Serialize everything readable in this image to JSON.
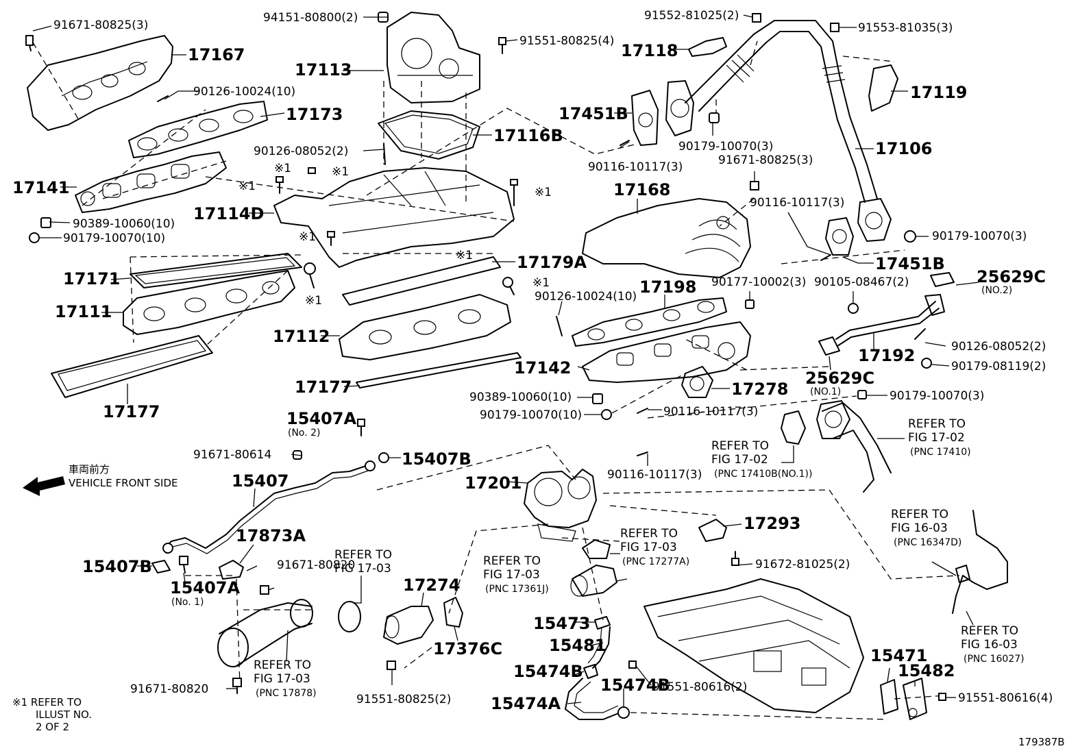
{
  "labels": {
    "l17167": "17167",
    "l17173": "17173",
    "l17141": "17141",
    "l17114D": "17114D",
    "l17171": "17171",
    "l17111": "17111",
    "l17177a": "17177",
    "l17113": "17113",
    "l17116B": "17116B",
    "l17179A": "17179A",
    "l17112": "17112",
    "l17177b": "17177",
    "l17118": "17118",
    "l17119": "17119",
    "l17451Ba": "17451B",
    "l17106": "17106",
    "l17168": "17168",
    "l17451Bb": "17451B",
    "l17198": "17198",
    "l17142": "17142",
    "l17278": "17278",
    "l17192": "17192",
    "l25629C2": "25629C",
    "l25629C1": "25629C",
    "l15407Atop": "15407A",
    "l15407Btop": "15407B",
    "l15407": "15407",
    "l17873A": "17873A",
    "l15407Bbot": "15407B",
    "l15407Abot": "15407A",
    "l17201": "17201",
    "l17293": "17293",
    "l17274": "17274",
    "l17376C": "17376C",
    "l15473": "15473",
    "l15481": "15481",
    "l15474Ba": "15474B",
    "l15474Bb": "15474B",
    "l15474A": "15474A",
    "l15471": "15471",
    "l15482": "15482"
  },
  "bolts": {
    "b1": "91671-80825(3)",
    "b2": "90126-10024(10)",
    "b3": "90389-10060(10)",
    "b4": "90179-10070(10)",
    "b5": "94151-80800(2)",
    "b6": "91551-80825(4)",
    "b7": "90126-08052(2)",
    "b8": "91552-81025(2)",
    "b9": "91553-81035(3)",
    "b10": "90179-10070(3)",
    "b11": "90116-10117(3)",
    "b12": "91671-80825(3)",
    "b13": "90116-10117(3)",
    "b14": "90179-10070(3)",
    "b15": "90126-10024(10)",
    "b16": "90177-10002(3)",
    "b17": "90105-08467(2)",
    "b18": "90126-08052(2)",
    "b19": "90179-08119(2)",
    "b20": "90389-10060(10)",
    "b21": "90179-10070(10)",
    "b22": "90116-10117(3)",
    "b23": "90179-10070(3)",
    "b24": "90116-10117(3)",
    "b25": "91671-80614",
    "b26": "91671-80820",
    "b27": "91671-80820",
    "b28": "91551-80825(2)",
    "b29": "91672-81025(2)",
    "b30": "91551-80616(2)",
    "b31": "91551-80616(4)"
  },
  "subs": {
    "s25629C2": "(NO.2)",
    "s25629C1": "(NO.1)",
    "s15407Atop": "(No. 2)",
    "s15407Abot": "(No. 1)"
  },
  "marks": {
    "m1": "※1",
    "m2": "※1",
    "m3": "※1",
    "m4": "※1",
    "m5": "※1",
    "m6": "※1",
    "m7": "※1",
    "m8": "※1"
  },
  "refs": {
    "r1": [
      "REFER TO",
      "FIG 17-02",
      "(PNC 17410)"
    ],
    "r2": [
      "REFER TO",
      "FIG 17-02",
      "(PNC 17410B(NO.1))"
    ],
    "r3": [
      "REFER TO",
      "FIG 16-03",
      "(PNC 16347D)"
    ],
    "r4": [
      "REFER TO",
      "FIG 17-03",
      "(PNC 17277A)"
    ],
    "r5": [
      "REFER TO",
      "FIG 17-03",
      "(PNC 17361J)"
    ],
    "r6": [
      "REFER TO",
      "FIG 17-03"
    ],
    "r7": [
      "REFER TO",
      "FIG 17-03",
      "(PNC 17878)"
    ],
    "r8": [
      "REFER TO",
      "FIG 16-03",
      "(PNC 16027)"
    ]
  },
  "direction": {
    "jp": "車両前方",
    "en": "VEHICLE FRONT SIDE"
  },
  "footnote": [
    "※1 REFER TO",
    "ILLUST NO.",
    "2 OF 2"
  ],
  "figure_id": "179387B"
}
